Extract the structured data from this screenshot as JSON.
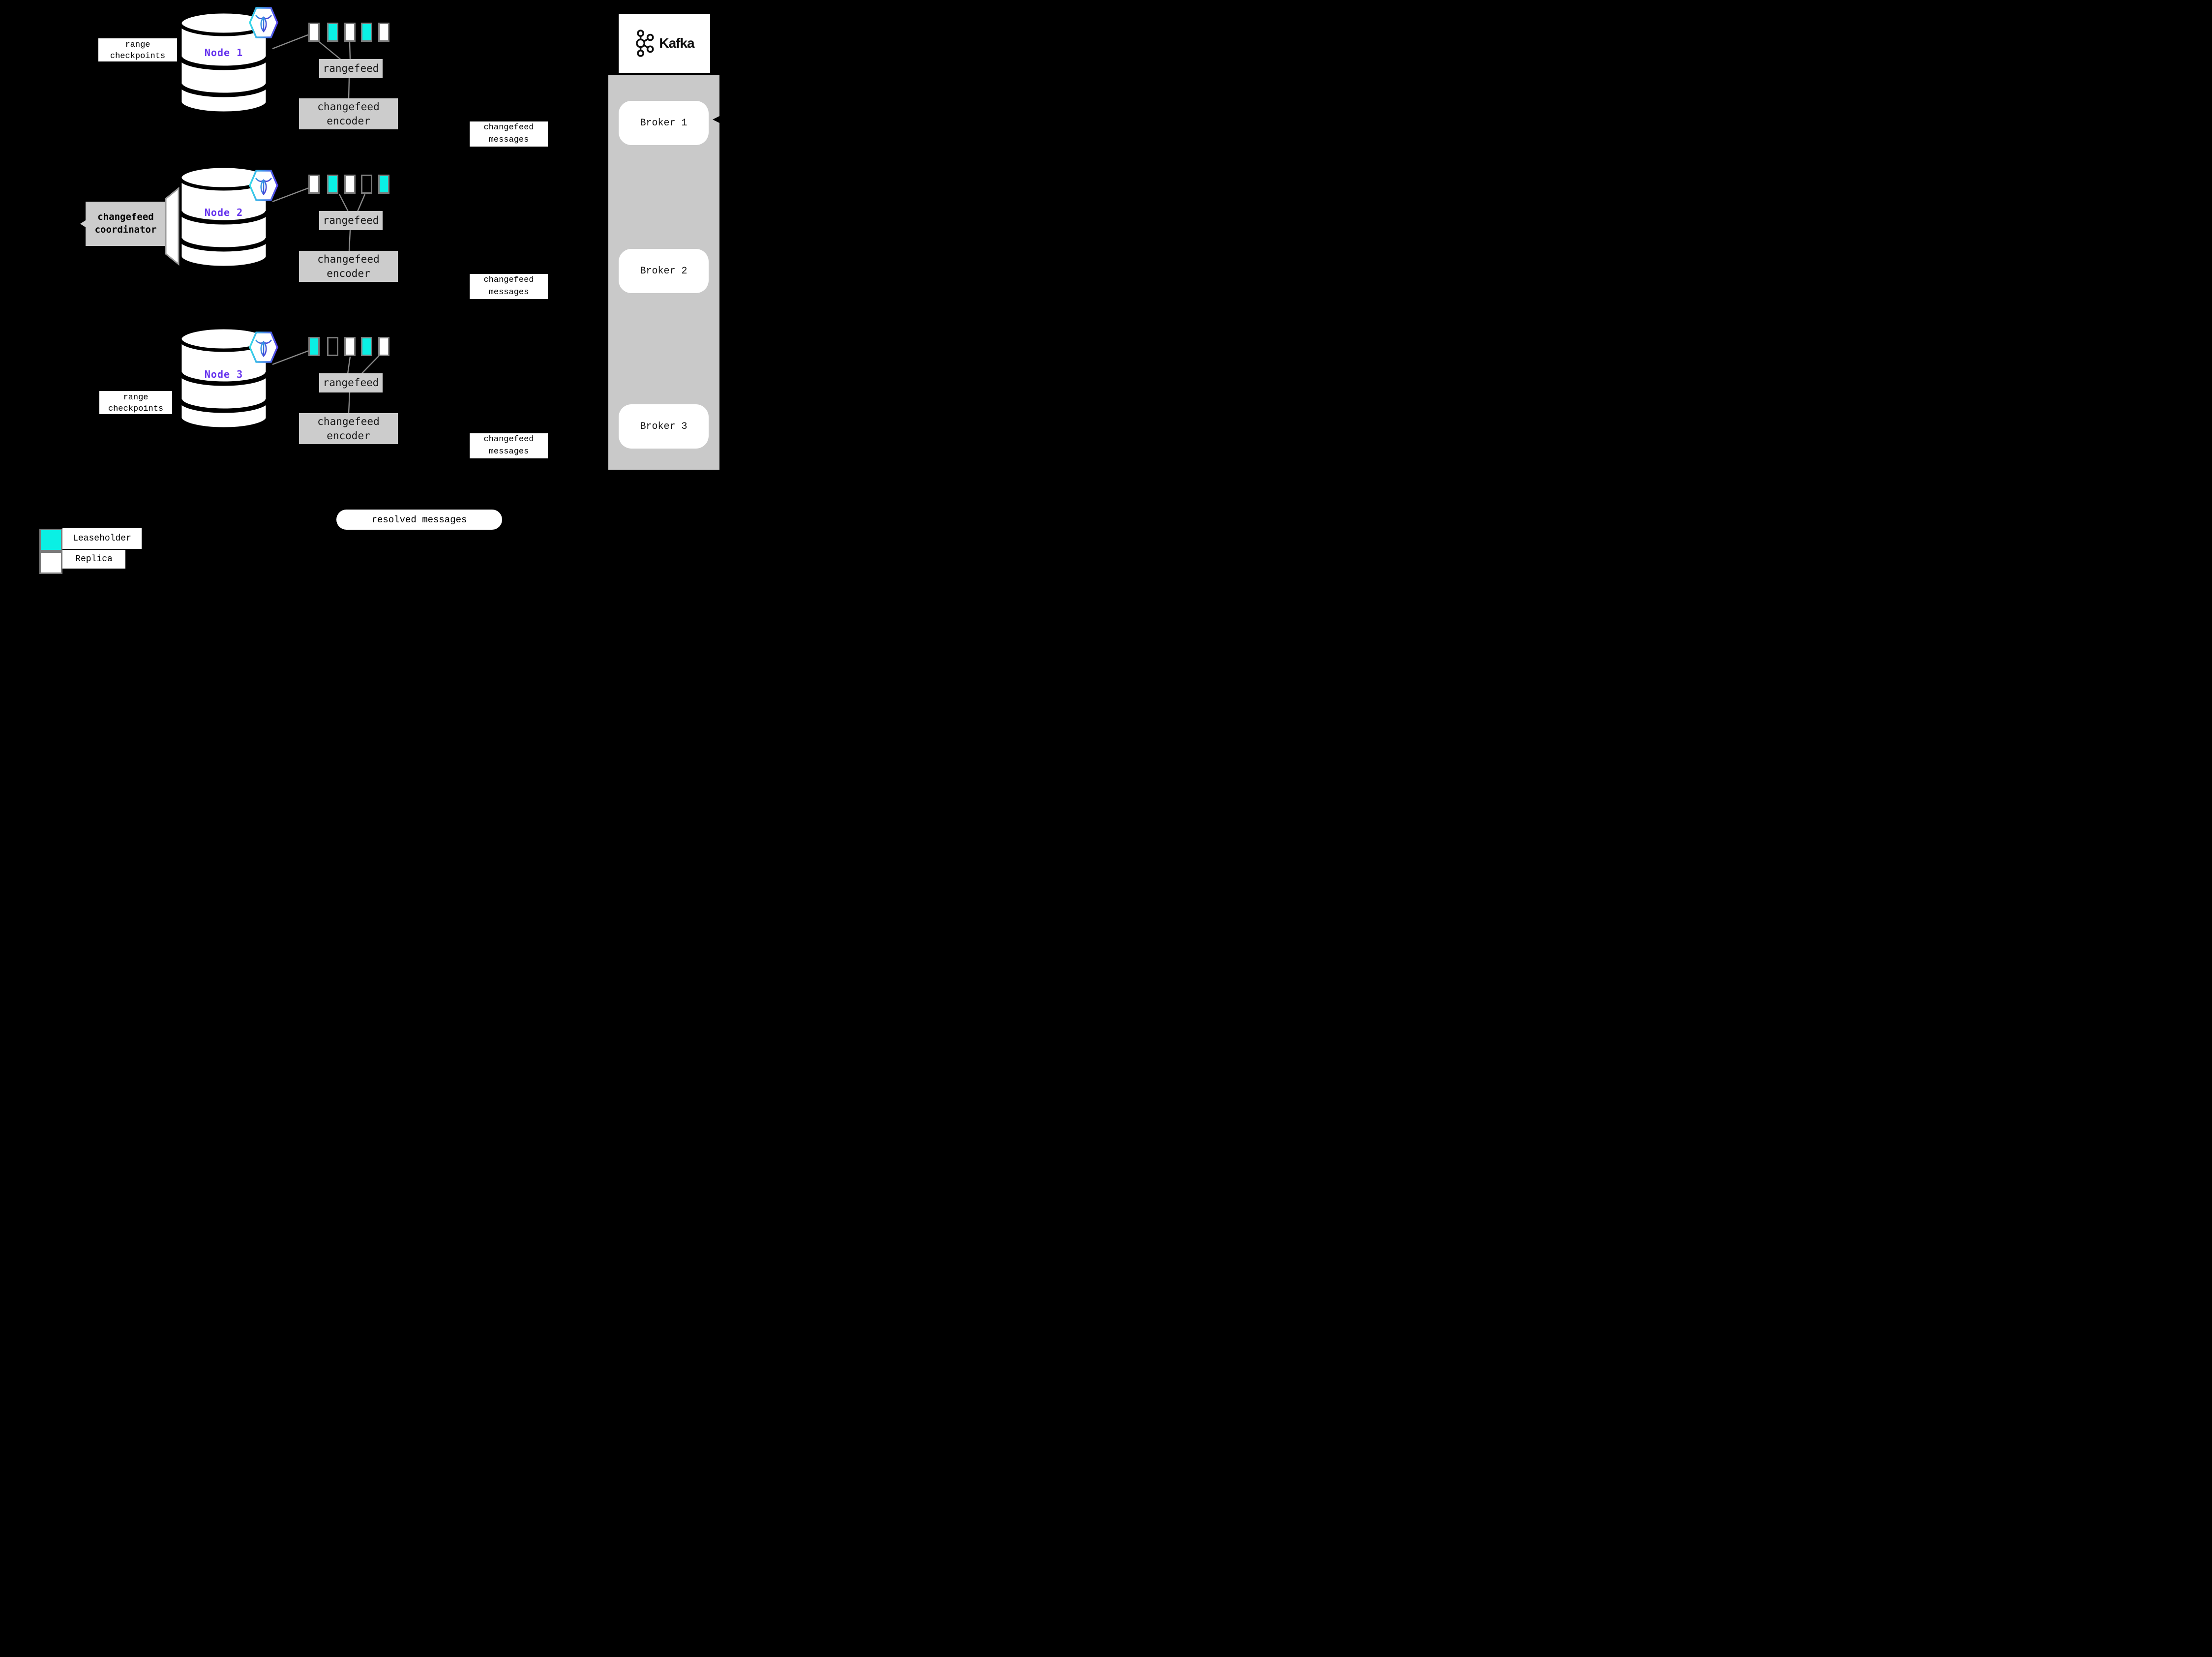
{
  "title": "changefeed architecture diagram",
  "colors": {
    "background": "#000000",
    "leaseholder_cyan": "#0af0e4",
    "replica_white": "#ffffff",
    "accent_purple": "#6633ee",
    "box_gray": "#cccccc",
    "column_gray": "#c9c9c9",
    "line_gray": "#8a8a8a",
    "square_border_gray": "#7a7a7a"
  },
  "icons": {
    "node_badge": "cockroachdb-icon",
    "kafka_logo": "kafka-logo-icon",
    "broker_arrow": "arrowhead-left-icon"
  },
  "nodes": [
    {
      "label": "Node 1",
      "ranges": [
        "replica",
        "leaseholder",
        "replica",
        "leaseholder",
        "replica"
      ],
      "rangefeed": "rangefeed",
      "encoder": "changefeed\nencoder",
      "messages": "changefeed\nmessages"
    },
    {
      "label": "Node 2",
      "ranges": [
        "replica",
        "leaseholder",
        "replica",
        "empty",
        "leaseholder"
      ],
      "rangefeed": "rangefeed",
      "encoder": "changefeed\nencoder",
      "messages": "changefeed\nmessages"
    },
    {
      "label": "Node 3",
      "ranges": [
        "leaseholder",
        "empty",
        "replica",
        "leaseholder",
        "replica"
      ],
      "rangefeed": "rangefeed",
      "encoder": "changefeed\nencoder",
      "messages": "changefeed\nmessages"
    }
  ],
  "labels": {
    "range_checkpoints": "range\ncheckpoints",
    "coordinator": "changefeed\ncoordinator",
    "resolved": "resolved messages"
  },
  "kafka": {
    "title": "Kafka",
    "brokers": [
      "Broker 1",
      "Broker 2",
      "Broker 3"
    ]
  },
  "legend": {
    "items": [
      {
        "swatch": "leaseholder",
        "label": "Leaseholder"
      },
      {
        "swatch": "replica",
        "label": "Replica"
      }
    ]
  }
}
